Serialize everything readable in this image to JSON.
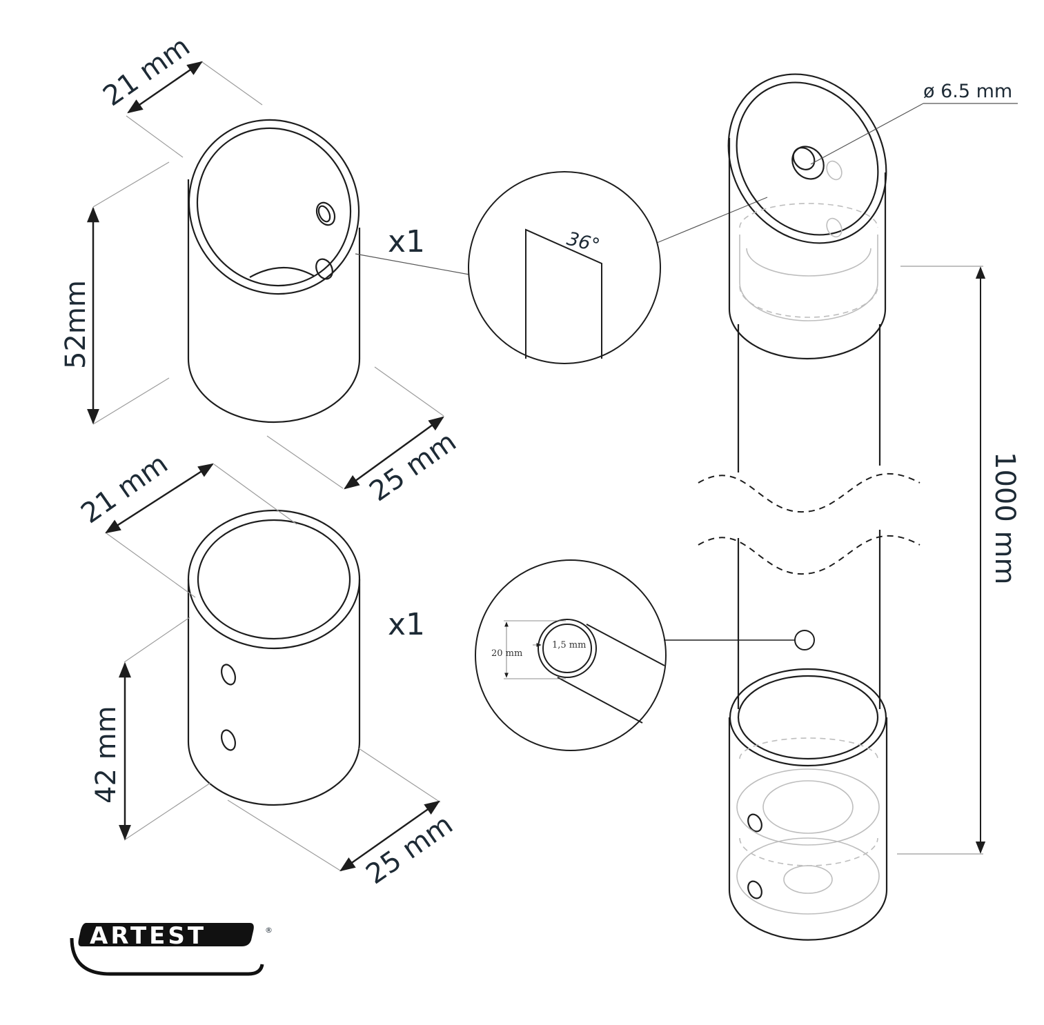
{
  "parts": {
    "top_cap": {
      "width_top": "21 mm",
      "height": "52mm",
      "width_bottom": "25 mm",
      "quantity": "x1",
      "cut_angle": "36°"
    },
    "bottom_cap": {
      "width_top": "21 mm",
      "height": "42 mm",
      "width_bottom": "25 mm",
      "quantity": "x1"
    }
  },
  "rod": {
    "hole_diameter": "ø 6.5 mm",
    "length": "1000 mm",
    "tube_diameter": "20 mm",
    "wall_thickness": "1,5 mm"
  },
  "brand": {
    "logo": "ARTEST",
    "registered_mark": "®"
  }
}
